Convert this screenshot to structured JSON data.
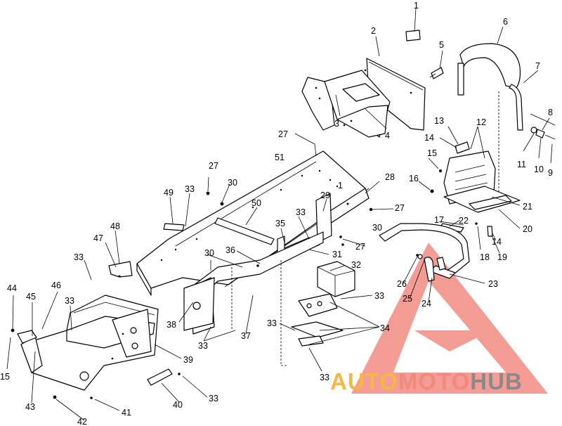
{
  "diagram": {
    "callouts": [
      {
        "label": "1"
      },
      {
        "label": "2"
      },
      {
        "label": "5"
      },
      {
        "label": "6"
      },
      {
        "label": "7"
      },
      {
        "label": "3"
      },
      {
        "label": "4"
      },
      {
        "label": "8"
      },
      {
        "label": "13"
      },
      {
        "label": "12"
      },
      {
        "label": "14"
      },
      {
        "label": "11"
      },
      {
        "label": "10"
      },
      {
        "label": "9"
      },
      {
        "label": "27"
      },
      {
        "label": "51"
      },
      {
        "label": "15"
      },
      {
        "label": "1"
      },
      {
        "label": "27"
      },
      {
        "label": "30"
      },
      {
        "label": "28"
      },
      {
        "label": "16"
      },
      {
        "label": "29"
      },
      {
        "label": "49"
      },
      {
        "label": "33"
      },
      {
        "label": "50"
      },
      {
        "label": "27"
      },
      {
        "label": "21"
      },
      {
        "label": "33"
      },
      {
        "label": "17"
      },
      {
        "label": "22"
      },
      {
        "label": "20"
      },
      {
        "label": "48"
      },
      {
        "label": "35"
      },
      {
        "label": "30"
      },
      {
        "label": "47"
      },
      {
        "label": "18"
      },
      {
        "label": "19"
      },
      {
        "label": "14"
      },
      {
        "label": "27"
      },
      {
        "label": "36"
      },
      {
        "label": "31"
      },
      {
        "label": "30"
      },
      {
        "label": "33"
      },
      {
        "label": "32"
      },
      {
        "label": "26"
      },
      {
        "label": "23"
      },
      {
        "label": "25"
      },
      {
        "label": "33"
      },
      {
        "label": "24"
      },
      {
        "label": "44"
      },
      {
        "label": "45"
      },
      {
        "label": "46"
      },
      {
        "label": "33"
      },
      {
        "label": "38"
      },
      {
        "label": "33"
      },
      {
        "label": "34"
      },
      {
        "label": "37"
      },
      {
        "label": "33"
      },
      {
        "label": "39"
      },
      {
        "label": "15"
      },
      {
        "label": "33"
      },
      {
        "label": "43"
      },
      {
        "label": "40"
      },
      {
        "label": "41"
      },
      {
        "label": "33"
      },
      {
        "label": "42"
      }
    ]
  },
  "watermark": {
    "word_a": "AUTO",
    "word_b": "MOTO",
    "word_c": "HUB",
    "color_a": "#f5b841",
    "color_b": "#f08a7d",
    "color_c": "#8a8a8a",
    "triangle_color": "#f28b82"
  }
}
